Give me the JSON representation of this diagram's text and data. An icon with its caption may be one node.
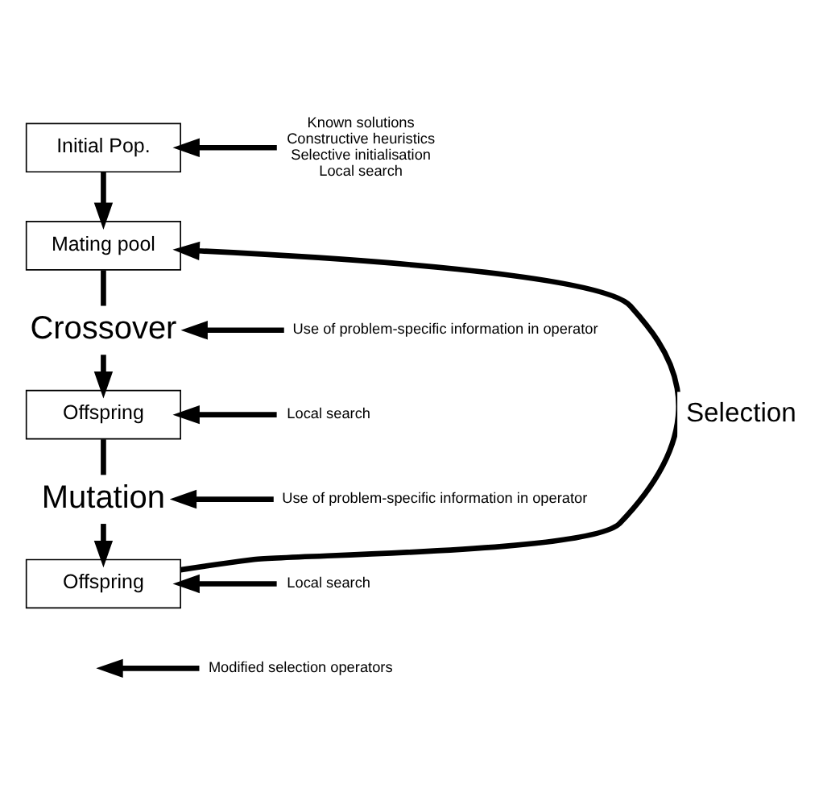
{
  "diagram": {
    "nodes": [
      {
        "text": [
          "Initial Pop."
        ]
      },
      {
        "text": [
          "Known solutions",
          "Constructive heuristics",
          "Selective initialisation",
          "Local search"
        ]
      },
      {
        "text": [
          "Mating pool"
        ]
      },
      {
        "text": [
          "Crossover"
        ]
      },
      {
        "text": [
          "Use of problem-specific information in operator"
        ]
      },
      {
        "text": [
          "Offspring"
        ]
      },
      {
        "text": [
          "Local search"
        ]
      },
      {
        "text": [
          "Mutation"
        ]
      },
      {
        "text": [
          "Use of problem-specific information in operator"
        ]
      },
      {
        "text": [
          "Offspring"
        ]
      },
      {
        "text": [
          "Local search"
        ]
      },
      {
        "text": [
          "Modified selection operators"
        ]
      }
    ],
    "edges": [
      {
        "from": 0,
        "to": 2,
        "arrow": "to"
      },
      {
        "from": 1,
        "to": 0,
        "arrow": "to"
      },
      {
        "from": 2,
        "to": 3,
        "arrow": "none"
      },
      {
        "from": 3,
        "to": 5,
        "arrow": "to"
      },
      {
        "from": 4,
        "to": 3,
        "arrow": "to"
      },
      {
        "from": 6,
        "to": 5,
        "arrow": "to"
      },
      {
        "from": 5,
        "to": 7,
        "arrow": "none"
      },
      {
        "from": 7,
        "to": 9,
        "arrow": "to"
      },
      {
        "from": 8,
        "to": 7,
        "arrow": "to"
      },
      {
        "from": 10,
        "to": 9,
        "arrow": "to"
      },
      {
        "from": 9,
        "to": 2,
        "arrow": "to",
        "label": "Selection"
      },
      {
        "from": 11,
        "to": null,
        "arrow": "to"
      }
    ]
  }
}
